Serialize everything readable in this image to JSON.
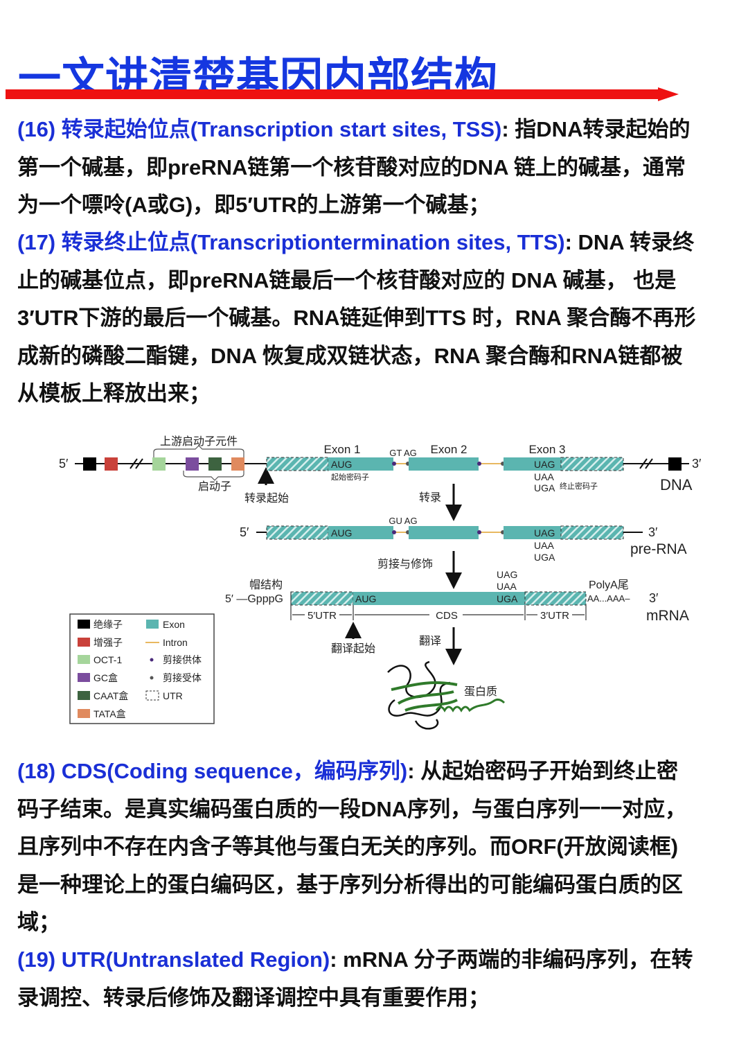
{
  "title": "一文讲清楚基因内部结构",
  "colors": {
    "title": "#1537e0",
    "arrow": "#ee1111",
    "label": "#1a2fd6",
    "exon": "#5bb5b0",
    "intron": "#e8b860"
  },
  "paragraphs": [
    {
      "label": "(16) 转录起始位点(Transcription start sites, TSS)",
      "lines": [
        ": 指DNA转录起始的",
        "第一个碱基，即preRNA链第一个核苷酸对应的DNA 链上的碱基，通常",
        "为一个嘌呤(A或G)，即5′UTR的上游第一个碱基；"
      ]
    },
    {
      "label": "(17) 转录终止位点(Transcriptiontermination sites, TTS)",
      "lines": [
        ": DNA 转录终",
        "止的碱基位点，即preRNA链最后一个核苷酸对应的 DNA 碱基， 也是",
        "3′UTR下游的最后一个碱基。RNA链延伸到TTS 时，RNA 聚合酶不再形",
        "成新的磷酸二酯键，DNA 恢复成双链状态，RNA 聚合酶和RNA链都被",
        "从模板上释放出来；"
      ]
    },
    {
      "label": "(18) CDS(Coding sequence，编码序列)",
      "lines": [
        ": 从起始密码子开始到终止密",
        "码子结束。是真实编码蛋白质的一段DNA序列，与蛋白序列一一对应，",
        "且序列中不存在内含子等其他与蛋白无关的序列。而ORF(开放阅读框)",
        "是一种理论上的蛋白编码区，基于序列分析得出的可能编码蛋白质的区",
        "域；"
      ]
    },
    {
      "label": "(19) UTR(Untranslated Region)",
      "lines": [
        ": mRNA 分子两端的非编码序列，在转",
        "录调控、转录后修饰及翻译调控中具有重要作用；"
      ]
    }
  ],
  "diagram": {
    "upstream_elements": "上游启动子元件",
    "promoter": "启动子",
    "tx_start": "转录起始",
    "five": "5′",
    "three": "3′",
    "exon1": "Exon 1",
    "exon2": "Exon 2",
    "exon3": "Exon 3",
    "gt_ag": "GT AG",
    "gu_ag": "GU AG",
    "aug": "AUG",
    "start_codon": "起始密码子",
    "uag": "UAG",
    "uaa": "UAA",
    "uga": "UGA",
    "stop_codon": "终止密码子",
    "dna": "DNA",
    "pre_rna": "pre-RNA",
    "mrna": "mRNA",
    "transcription": "转录",
    "splicing": "剪接与修饰",
    "translation": "翻译",
    "tl_start": "翻译起始",
    "cap": "帽结构",
    "gpppg": "5′ —GpppG",
    "polya": "PolyA尾",
    "polya_seq": "AA...AAA–",
    "utr5": "5′UTR",
    "cds": "CDS",
    "utr3": "3′UTR",
    "protein": "蛋白质",
    "legend": [
      {
        "label": "绝缘子",
        "color": "#000000"
      },
      {
        "label": "增强子",
        "color": "#c9413a"
      },
      {
        "label": "OCT-1",
        "color": "#a5d59b"
      },
      {
        "label": "GC盒",
        "color": "#7b4d9e"
      },
      {
        "label": "CAAT盒",
        "color": "#3d6340"
      },
      {
        "label": "TATA盒",
        "color": "#e08a5e"
      }
    ],
    "legend2": [
      "Exon",
      "Intron",
      "剪接供体",
      "剪接受体",
      "UTR"
    ]
  }
}
